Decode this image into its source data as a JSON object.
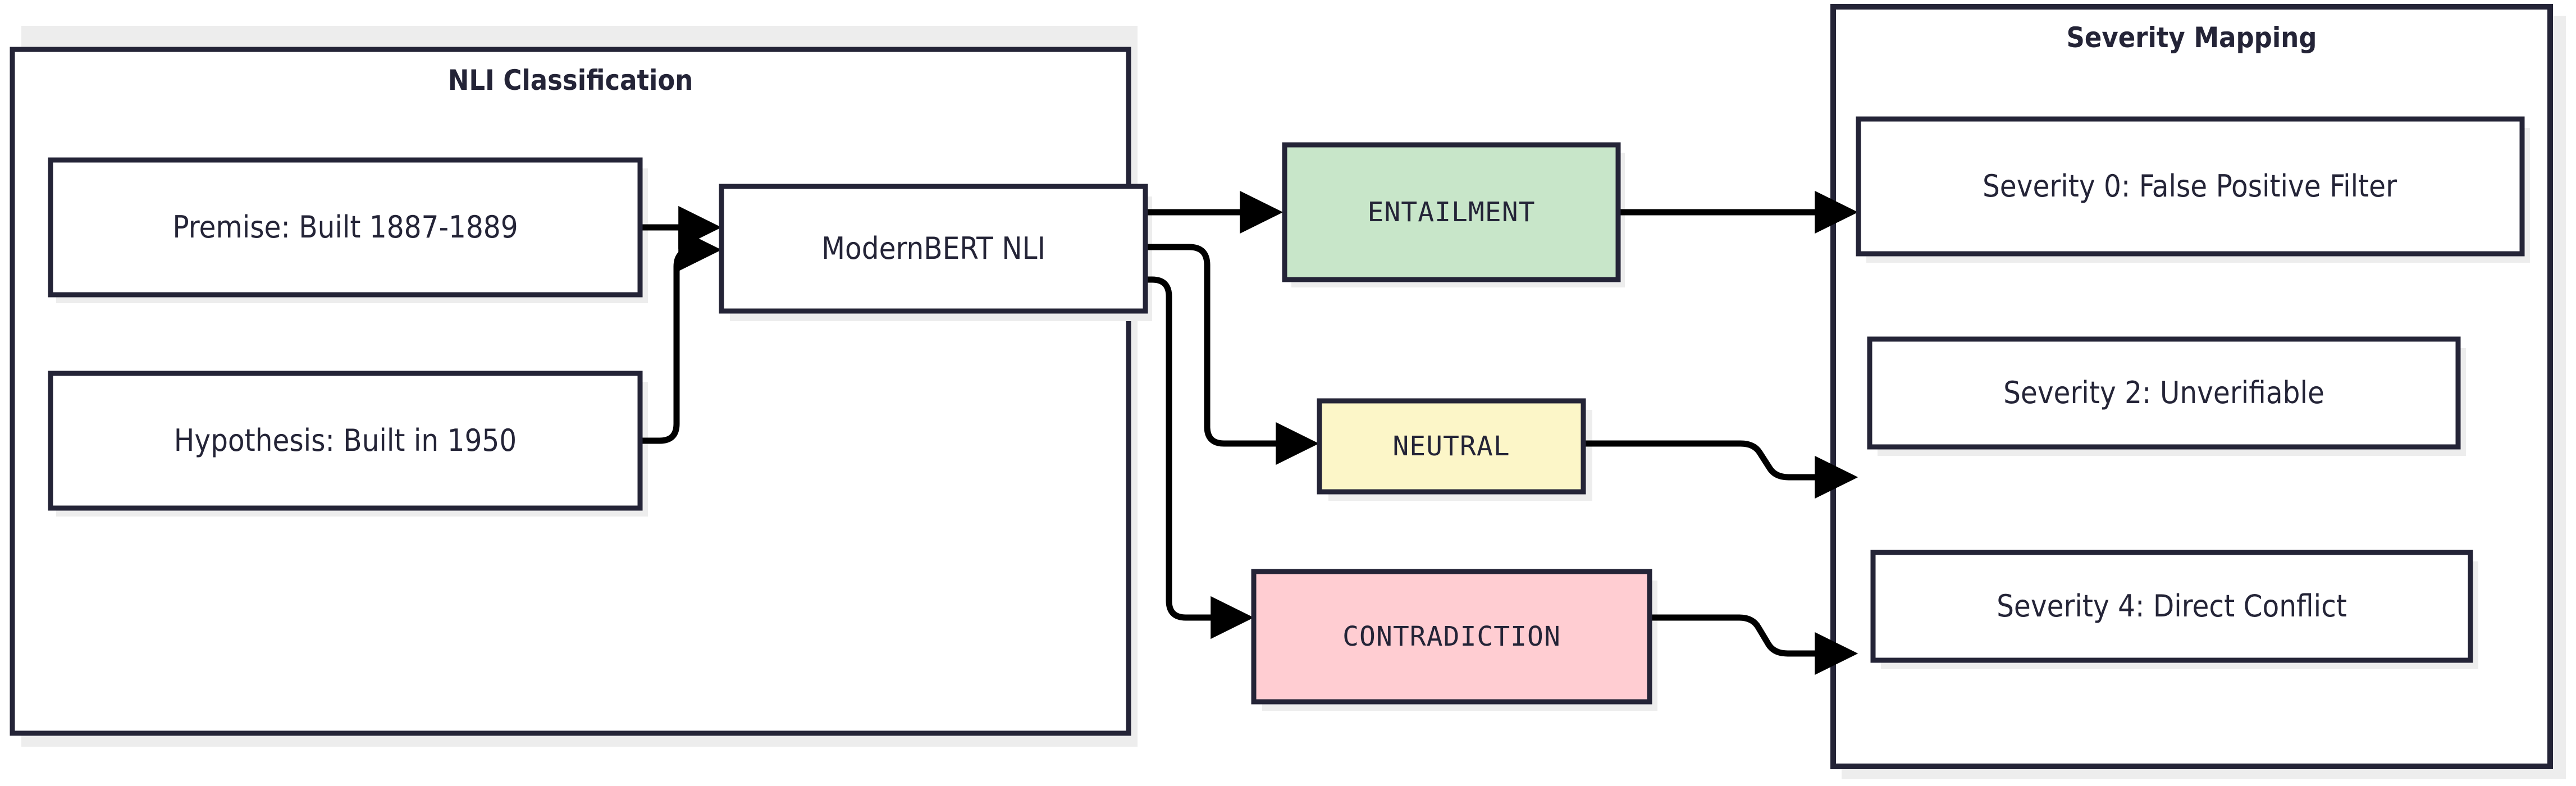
{
  "diagram": {
    "type": "flowchart",
    "direction": "left-to-right",
    "title": "",
    "palette": {
      "stroke": "#242437",
      "text": "#242437",
      "node_fill": "#ffffff",
      "cluster_fill": "#ffffff",
      "shadow": "#ededed",
      "edge": "#000000",
      "entailment_fill": "#c8e6c9",
      "neutral_fill": "#fcf6c8",
      "contradiction_fill": "#ffcdd2"
    },
    "clusters": [
      {
        "id": "nli",
        "label": "NLI Classification"
      },
      {
        "id": "sev",
        "label": "Severity Mapping"
      }
    ],
    "nodes": [
      {
        "id": "premise",
        "label": "Premise: Built 1887-1889",
        "cluster": "nli",
        "style": "plain"
      },
      {
        "id": "hypothesis",
        "label": "Hypothesis: Built in 1950",
        "cluster": "nli",
        "style": "plain"
      },
      {
        "id": "model",
        "label": "ModernBERT NLI",
        "cluster": "nli",
        "style": "plain"
      },
      {
        "id": "entailment",
        "label": "ENTAILMENT",
        "cluster": "nli",
        "style": "entailment"
      },
      {
        "id": "neutral",
        "label": "NEUTRAL",
        "cluster": "nli",
        "style": "neutral"
      },
      {
        "id": "contradiction",
        "label": "CONTRADICTION",
        "cluster": "nli",
        "style": "contradiction"
      },
      {
        "id": "sev0",
        "label": "Severity 0: False Positive Filter",
        "cluster": "sev",
        "style": "plain"
      },
      {
        "id": "sev2",
        "label": "Severity 2: Unverifiable",
        "cluster": "sev",
        "style": "plain"
      },
      {
        "id": "sev4",
        "label": "Severity 4: Direct Conflict",
        "cluster": "sev",
        "style": "plain"
      }
    ],
    "edges": [
      {
        "from": "premise",
        "to": "model"
      },
      {
        "from": "hypothesis",
        "to": "model"
      },
      {
        "from": "model",
        "to": "entailment"
      },
      {
        "from": "model",
        "to": "neutral"
      },
      {
        "from": "model",
        "to": "contradiction"
      },
      {
        "from": "entailment",
        "to": "sev0"
      },
      {
        "from": "neutral",
        "to": "sev2"
      },
      {
        "from": "contradiction",
        "to": "sev4"
      }
    ]
  }
}
